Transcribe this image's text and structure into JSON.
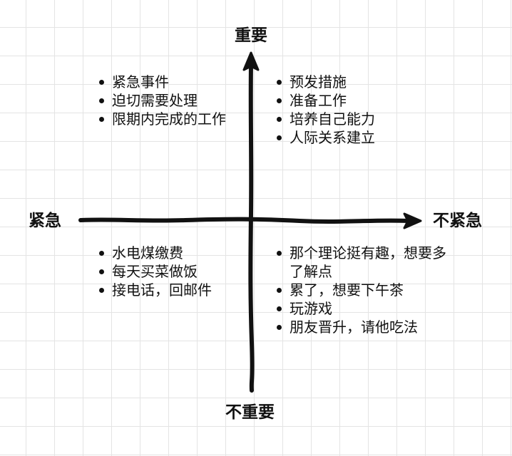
{
  "diagram": {
    "type": "eisenhower-matrix",
    "axes": {
      "top_label": "重要",
      "bottom_label": "不重要",
      "left_label": "紧急",
      "right_label": "不紧急"
    },
    "quadrants": {
      "top_left": {
        "position": "重要 + 紧急",
        "items": [
          "紧急事件",
          "迫切需要处理",
          "限期内完成的工作"
        ]
      },
      "top_right": {
        "position": "重要 + 不紧急",
        "items": [
          "预发措施",
          "准备工作",
          "培养自己能力",
          "人际关系建立"
        ]
      },
      "bottom_left": {
        "position": "不重要 + 紧急",
        "items": [
          "水电煤缴费",
          "每天买菜做饭",
          "接电话，回邮件"
        ]
      },
      "bottom_right": {
        "position": "不重要 + 不紧急",
        "items": [
          "那个理论挺有趣，想要多了解点",
          "累了，想要下午茶",
          "玩游戏",
          "朋友晋升，请他吃法"
        ]
      }
    }
  },
  "colors": {
    "background": "#ffffff",
    "grid": "#e4e4e4",
    "ink": "#111111"
  }
}
